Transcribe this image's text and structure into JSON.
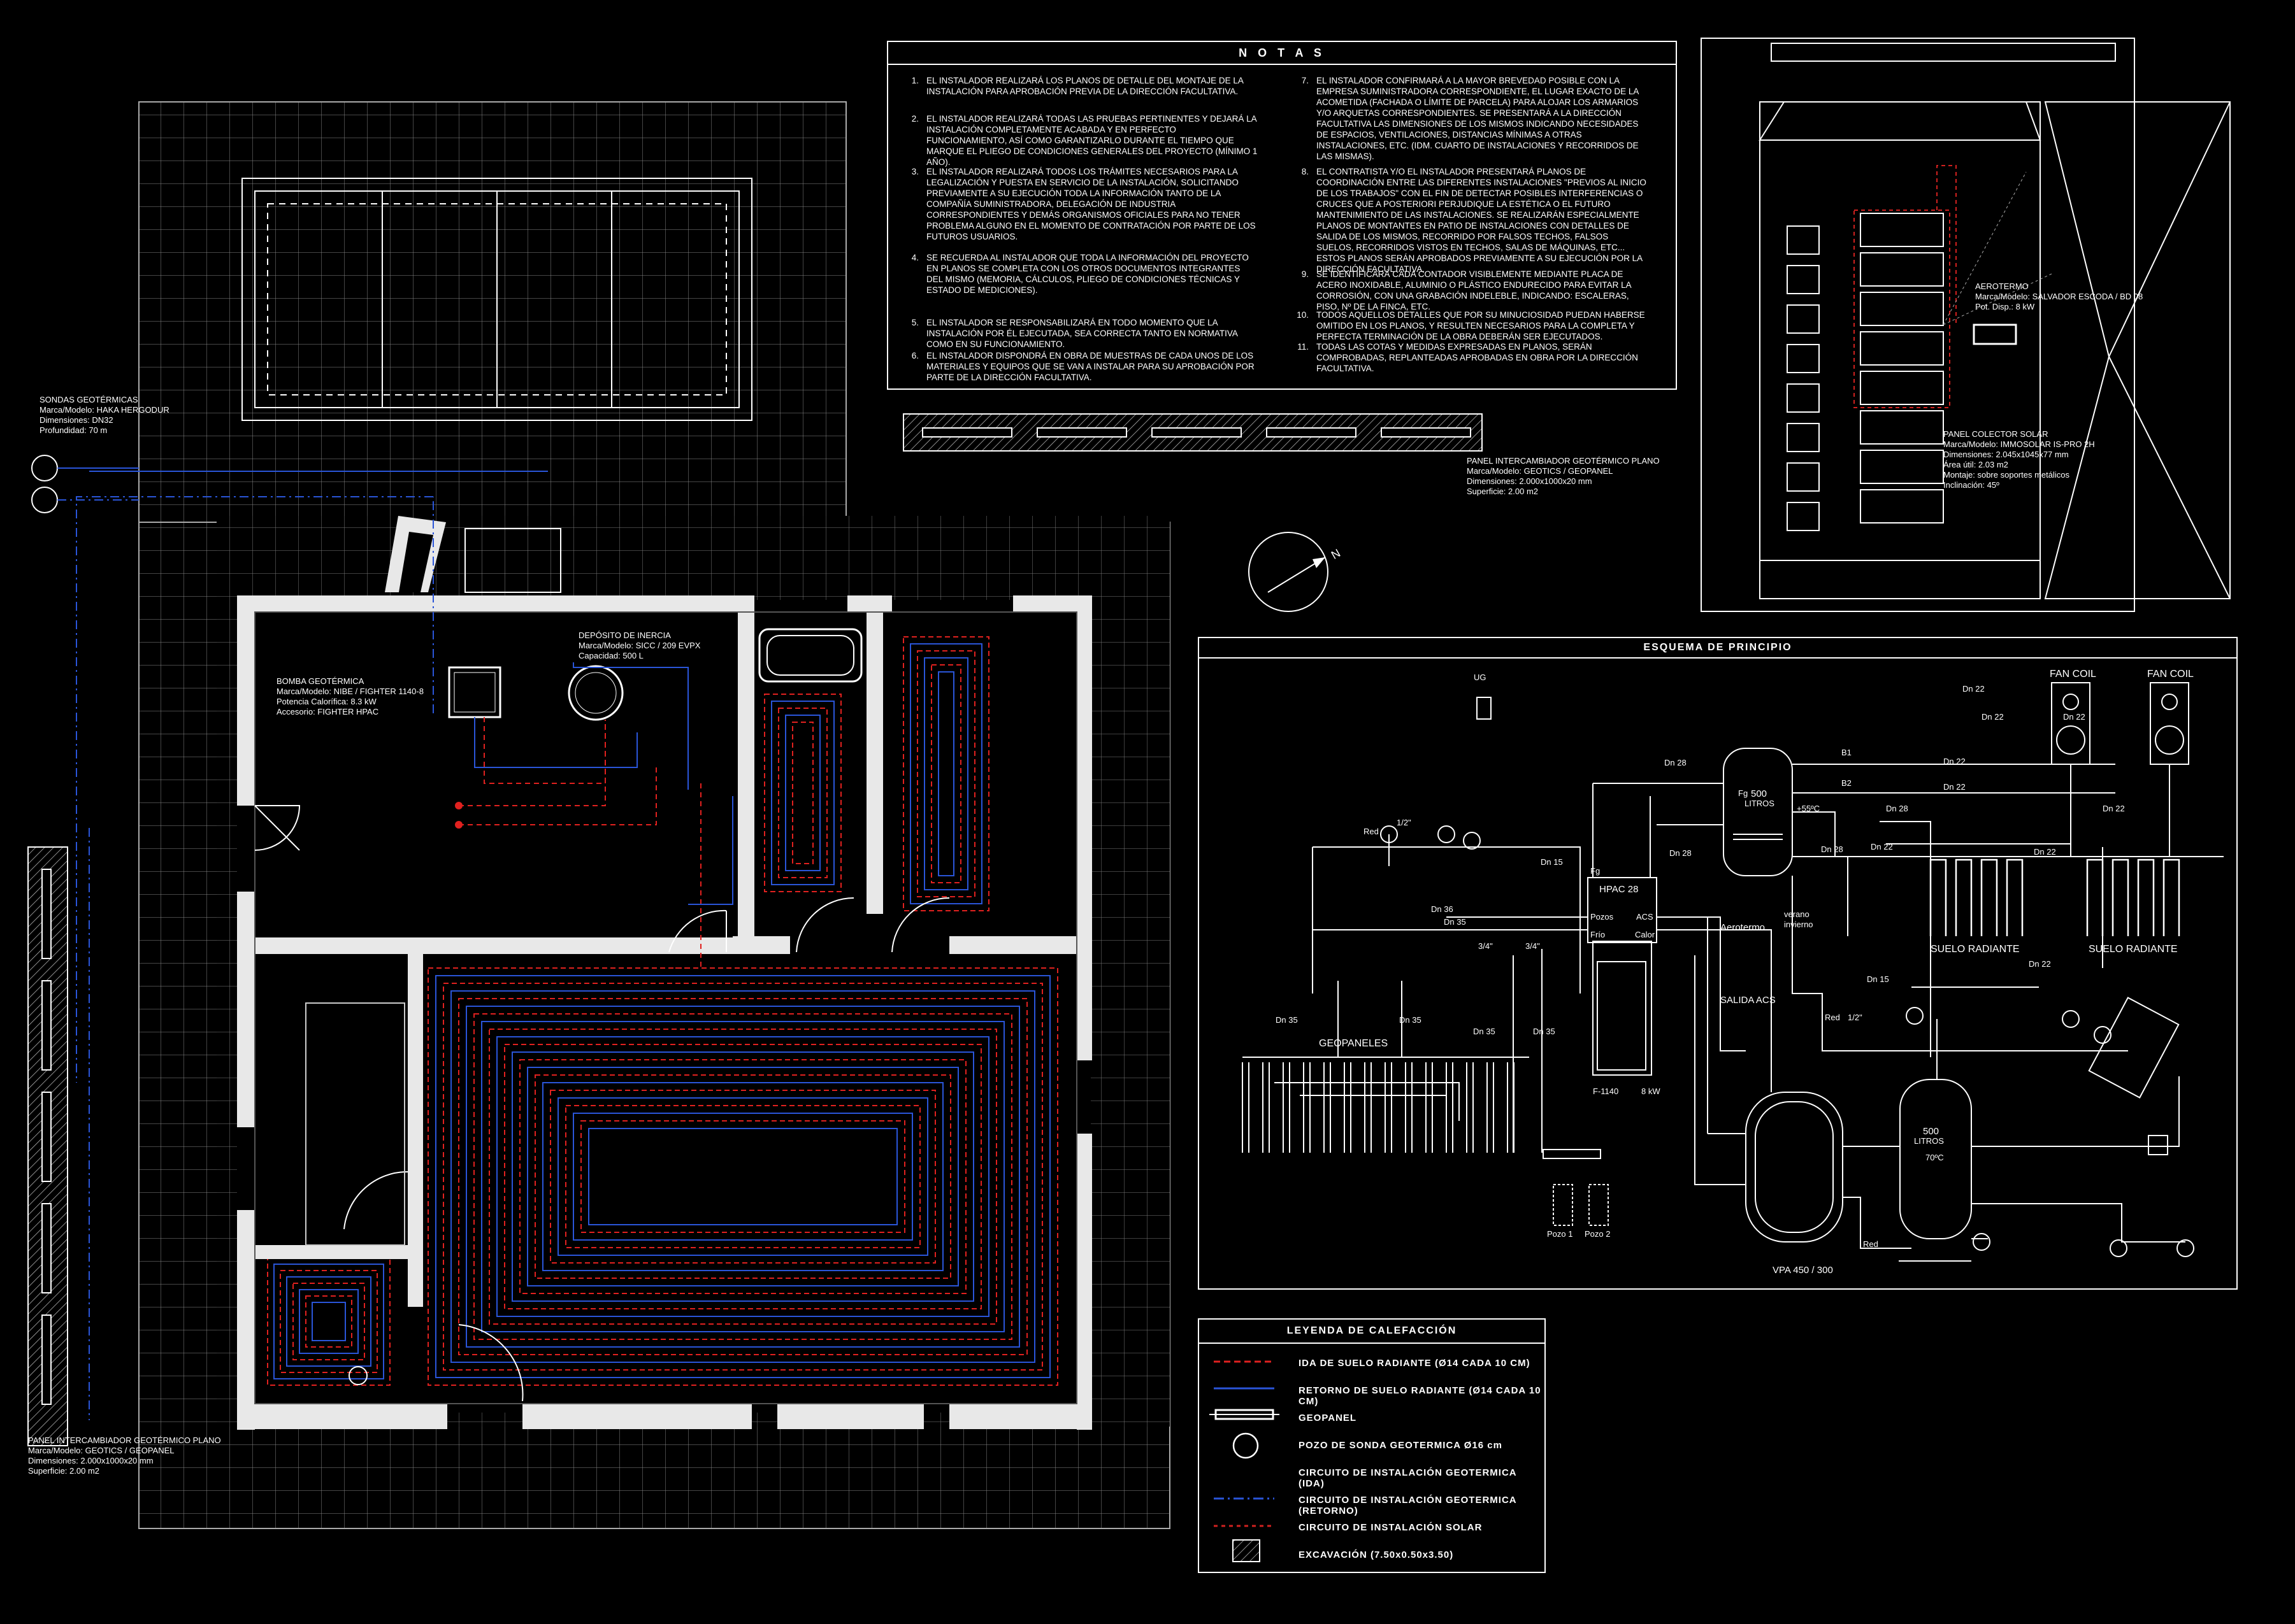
{
  "notes": {
    "title": "N O T A S",
    "items": [
      {
        "num": "1.",
        "text": "EL INSTALADOR REALIZARÁ LOS PLANOS DE DETALLE DEL MONTAJE DE LA INSTALACIÓN PARA APROBACIÓN PREVIA DE LA DIRECCIÓN FACULTATIVA."
      },
      {
        "num": "2.",
        "text": "EL INSTALADOR REALIZARÁ TODAS LAS PRUEBAS PERTINENTES Y DEJARÁ LA INSTALACIÓN COMPLETAMENTE ACABADA Y EN PERFECTO FUNCIONAMIENTO, ASÍ COMO GARANTIZARLO DURANTE EL TIEMPO QUE MARQUE EL PLIEGO DE CONDICIONES GENERALES DEL PROYECTO (MÍNIMO 1 AÑO)."
      },
      {
        "num": "3.",
        "text": "EL INSTALADOR REALIZARÁ TODOS LOS TRÁMITES NECESARIOS PARA LA LEGALIZACIÓN Y PUESTA EN SERVICIO DE LA INSTALACIÓN, SOLICITANDO PREVIAMENTE A SU EJECUCIÓN TODA LA INFORMACIÓN TANTO DE LA COMPAÑÍA SUMINISTRADORA, DELEGACIÓN DE INDUSTRIA CORRESPONDIENTES Y DEMÁS ORGANISMOS OFICIALES PARA NO TENER PROBLEMA ALGUNO EN EL MOMENTO DE CONTRATACIÓN POR PARTE DE LOS FUTUROS USUARIOS."
      },
      {
        "num": "4.",
        "text": "SE RECUERDA AL INSTALADOR QUE TODA LA INFORMACIÓN DEL PROYECTO EN PLANOS SE COMPLETA CON LOS OTROS DOCUMENTOS INTEGRANTES DEL MISMO (MEMORIA, CÁLCULOS, PLIEGO DE CONDICIONES TÉCNICAS Y ESTADO DE MEDICIONES)."
      },
      {
        "num": "5.",
        "text": "EL INSTALADOR SE RESPONSABILIZARÁ EN TODO MOMENTO QUE LA INSTALACIÓN POR ÉL EJECUTADA, SEA CORRECTA TANTO EN NORMATIVA COMO EN SU FUNCIONAMIENTO."
      },
      {
        "num": "6.",
        "text": "EL INSTALADOR DISPONDRÁ EN OBRA DE MUESTRAS DE CADA UNOS DE LOS MATERIALES Y EQUIPOS QUE SE VAN A INSTALAR PARA SU APROBACIÓN POR PARTE DE LA DIRECCIÓN FACULTATIVA."
      },
      {
        "num": "7.",
        "text": "EL INSTALADOR CONFIRMARÁ A LA MAYOR BREVEDAD POSIBLE CON LA EMPRESA SUMINISTRADORA CORRESPONDIENTE, EL LUGAR EXACTO DE LA ACOMETIDA (FACHADA O LÍMITE DE PARCELA) PARA ALOJAR LOS ARMARIOS Y/O ARQUETAS CORRESPONDIENTES. SE PRESENTARÁ A LA DIRECCIÓN FACULTATIVA LAS DIMENSIONES DE LOS MISMOS INDICANDO NECESIDADES DE ESPACIOS, VENTILACIONES, DISTANCIAS MÍNIMAS A OTRAS INSTALACIONES, ETC. (IDM. CUARTO DE INSTALACIONES Y RECORRIDOS DE LAS MISMAS)."
      },
      {
        "num": "8.",
        "text": "EL CONTRATISTA Y/O EL INSTALADOR PRESENTARÁ PLANOS DE COORDINACIÓN ENTRE LAS DIFERENTES INSTALACIONES \"PREVIOS AL INICIO DE LOS TRABAJOS\" CON EL FIN DE DETECTAR POSIBLES INTERFERENCIAS O CRUCES QUE A POSTERIORI PERJUDIQUE LA ESTÉTICA O EL FUTURO MANTENIMIENTO DE LAS INSTALACIONES. SE REALIZARÁN ESPECIALMENTE PLANOS DE MONTANTES EN PATIO DE INSTALACIONES CON DETALLES DE SALIDA DE LOS MISMOS, RECORRIDO POR FALSOS TECHOS, FALSOS SUELOS, RECORRIDOS VISTOS EN TECHOS, SALAS DE MÁQUINAS, ETC... ESTOS PLANOS SERÁN APROBADOS PREVIAMENTE A SU EJECUCIÓN POR LA DIRECCIÓN FACULTATIVA."
      },
      {
        "num": "9.",
        "text": "SE IDENTIFICARÁ CADA CONTADOR VISIBLEMENTE MEDIANTE PLACA DE ACERO INOXIDABLE, ALUMINIO O PLÁSTICO ENDURECIDO PARA EVITAR LA CORROSIÓN, CON UNA GRABACIÓN INDELEBLE, INDICANDO: ESCALERAS, PISO, Nº DE LA FINCA, ETC."
      },
      {
        "num": "10.",
        "text": "TODOS AQUELLOS DETALLES QUE POR SU MINUCIOSIDAD PUEDAN HABERSE OMITIDO EN LOS PLANOS, Y RESULTEN NECESARIOS PARA LA COMPLETA Y PERFECTA TERMINACIÓN DE LA OBRA DEBERÁN SER EJECUTADOS."
      },
      {
        "num": "11.",
        "text": "TODAS LAS COTAS Y MEDIDAS EXPRESADAS EN PLANOS, SERÁN COMPROBADAS, REPLANTEADAS APROBADAS EN OBRA POR LA DIRECCIÓN FACULTATIVA."
      }
    ]
  },
  "plan": {
    "sondas": [
      "SONDAS GEOTÉRMICAS",
      "Marca/Modelo: HAKA HERGODUR",
      "Dimensiones: DN32",
      "Profundidad: 70 m"
    ],
    "bomba": [
      "BOMBA GEOTÉRMICA",
      "Marca/Modelo: NIBE / FIGHTER 1140-8",
      "Potencia Calorífica: 8.3 kW",
      "Accesorio: FIGHTER HPAC"
    ],
    "deposito": [
      "DEPÓSITO DE INERCIA",
      "Marca/Modelo: SICC / 209 EVPX",
      "Capacidad: 500 L"
    ],
    "panel_top": [
      "PANEL INTERCAMBIADOR GEOTÉRMICO PLANO",
      "Marca/Modelo: GEOTICS / GEOPANEL",
      "Dimensiones: 2.000x1000x20 mm",
      "Superficie: 2.00 m2"
    ],
    "panel_left": [
      "PANEL INTERCAMBIADOR GEOTÉRMICO PLANO",
      "Marca/Modelo: GEOTICS / GEOPANEL",
      "Dimensiones: 2.000x1000x20 mm",
      "Superficie: 2.00 m2"
    ],
    "aerotermo": [
      "AEROTERMO",
      "Marca/Modelo: SALVADOR ESCODA / BD 08",
      "Pot. Disp.: 8 kW"
    ],
    "colector": [
      "PANEL COLECTOR SOLAR",
      "Marca/Modelo: IMMOSOLAR IS-PRO 2H",
      "Dimensiones: 2.045x1045x77 mm",
      "Área útil: 2.03 m2",
      "Montaje: sobre soportes metálicos",
      "Inclinación: 45º"
    ],
    "north": "N"
  },
  "schema": {
    "title": "ESQUEMA DE PRINCIPIO",
    "labels": {
      "ug": "UG",
      "fancoil1": "FAN COIL",
      "fancoil2": "FAN COIL",
      "litros500a": "500",
      "litros500a2": "LITROS",
      "hpac": "HPAC 28",
      "pozos": "Pozos",
      "acs": "ACS",
      "frio": "Frío",
      "calor": "Calor",
      "f1140": "F-1140",
      "kw8": "8 kW",
      "geopaneles": "GEOPANELES",
      "pozo1": "Pozo 1",
      "pozo2": "Pozo 2",
      "aerotermo": "Aerotermo",
      "salida_acs": "SALIDA ACS",
      "suelo1": "SUELO RADIANTE",
      "suelo2": "SUELO RADIANTE",
      "vpa": "VPA 450 / 300",
      "litros500b": "500",
      "litros500b2": "LITROS",
      "c70": "70ºC",
      "c55": "+55ºC",
      "red1": "Red",
      "red2": "Red",
      "red3": "Red",
      "verano": "verano",
      "invierno": "invierno",
      "fg1": "Fg",
      "fg2": "Fg",
      "b1": "B1",
      "b2": "B2",
      "half1": "1/2\"",
      "half2": "1/2\"",
      "q34a": "3/4\"",
      "q34b": "3/4\"",
      "dn28a": "Dn 28",
      "dn28b": "Dn 28",
      "dn28c": "Dn 28",
      "dn28d": "Dn 28",
      "dn22a": "Dn 22",
      "dn22b": "Dn 22",
      "dn22c": "Dn 22",
      "dn22d": "Dn 22",
      "dn22e": "Dn 22",
      "dn22f": "Dn 22",
      "dn22g": "Dn 22",
      "dn22h": "Dn 22",
      "dn22i": "Dn 22",
      "dn15a": "Dn 15",
      "dn15b": "Dn 15",
      "dn36a": "Dn 36",
      "dn35a": "Dn 35",
      "dn35b": "Dn 35",
      "dn35c": "Dn 35",
      "dn35d": "Dn 35",
      "dn35e": "Dn 35"
    }
  },
  "legend": {
    "title": "LEYENDA DE CALEFACCIÓN",
    "rows": [
      {
        "text": "IDA DE SUELO RADIANTE (Ø14 CADA 10 CM)"
      },
      {
        "text": "RETORNO DE SUELO RADIANTE (Ø14 CADA 10 CM)"
      },
      {
        "text": "GEOPANEL"
      },
      {
        "text": "POZO DE SONDA GEOTERMICA Ø16 cm"
      },
      {
        "text": "CIRCUITO DE INSTALACIÓN GEOTERMICA (IDA)"
      },
      {
        "text": "CIRCUITO DE INSTALACIÓN GEOTERMICA (RETORNO)"
      },
      {
        "text": "CIRCUITO DE INSTALACIÓN SOLAR"
      },
      {
        "text": "EXCAVACIÓN (7.50x0.50x3.50)"
      }
    ],
    "colors": {
      "ida": "#e0211f",
      "retorno": "#2a55d8",
      "solar": "#d0211f"
    }
  }
}
